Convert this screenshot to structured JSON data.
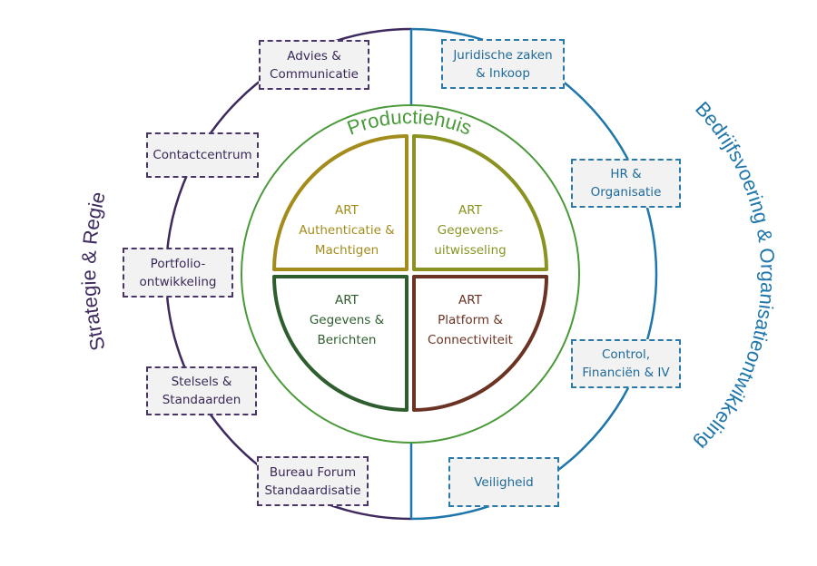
{
  "colors": {
    "purple": "#3e2a5e",
    "blue": "#1f76ab",
    "green": "#4a9a3a",
    "olive": "#a48c1c",
    "olive_green": "#8a9322",
    "dark_green": "#2e5e2e",
    "brown": "#6b3324",
    "box_fill": "#f2f2f2"
  },
  "titles": {
    "left": "Strategie & Regie",
    "right": "Bedrijfsvoering & Organisatieontwikkeling",
    "center": "Productiehuis"
  },
  "left_boxes": [
    {
      "line1": "Advies &",
      "line2": "Communicatie"
    },
    {
      "line1": "Contactcentrum",
      "line2": ""
    },
    {
      "line1": "Portfolio-",
      "line2": "ontwikkeling"
    },
    {
      "line1": "Stelsels &",
      "line2": "Standaarden"
    },
    {
      "line1": "Bureau Forum",
      "line2": "Standaardisatie"
    }
  ],
  "right_boxes": [
    {
      "line1": "Juridische zaken",
      "line2": "& Inkoop"
    },
    {
      "line1": "HR &",
      "line2": "Organisatie"
    },
    {
      "line1": "Control,",
      "line2": "Financiën & IV"
    },
    {
      "line1": "Veiligheid",
      "line2": ""
    }
  ],
  "quadrants": [
    {
      "line1": "ART",
      "line2": "Authenticatie &",
      "line3": "Machtigen"
    },
    {
      "line1": "ART",
      "line2": "Gegevens-",
      "line3": "uitwisseling"
    },
    {
      "line1": "ART",
      "line2": "Gegevens &",
      "line3": "Berichten"
    },
    {
      "line1": "ART",
      "line2": "Platform &",
      "line3": "Connectiviteit"
    }
  ]
}
